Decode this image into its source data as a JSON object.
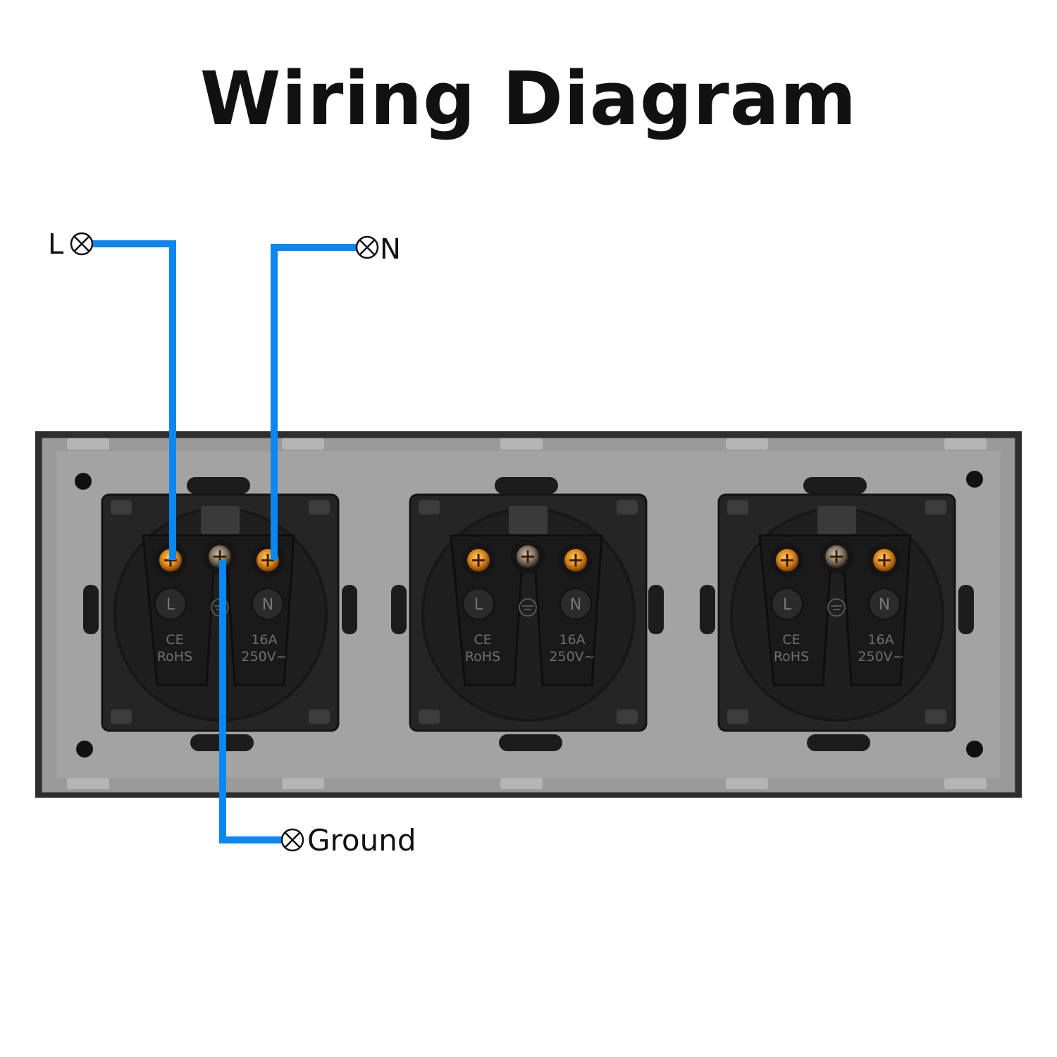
{
  "title": "Wiring Diagram",
  "terminals": [
    {
      "label": "L"
    },
    {
      "label": "N"
    },
    {
      "label": "Ground"
    }
  ],
  "sockets": [
    {
      "left_label": "L",
      "right_label": "N",
      "cert": "CE",
      "cert2": "RoHS",
      "rating_current": "16A",
      "rating_voltage": "250V~"
    },
    {
      "left_label": "L",
      "right_label": "N",
      "cert": "CE",
      "cert2": "RoHS",
      "rating_current": "16A",
      "rating_voltage": "250V~"
    },
    {
      "left_label": "L",
      "right_label": "N",
      "cert": "CE",
      "cert2": "RoHS",
      "rating_current": "16A",
      "rating_voltage": "250V~"
    }
  ],
  "colors": {
    "wire": "#0a87f0",
    "frame": "#9a9a9a",
    "frame_border": "#3a3a3a",
    "module": "#2a2a2a",
    "screw": "#e08a1a"
  }
}
